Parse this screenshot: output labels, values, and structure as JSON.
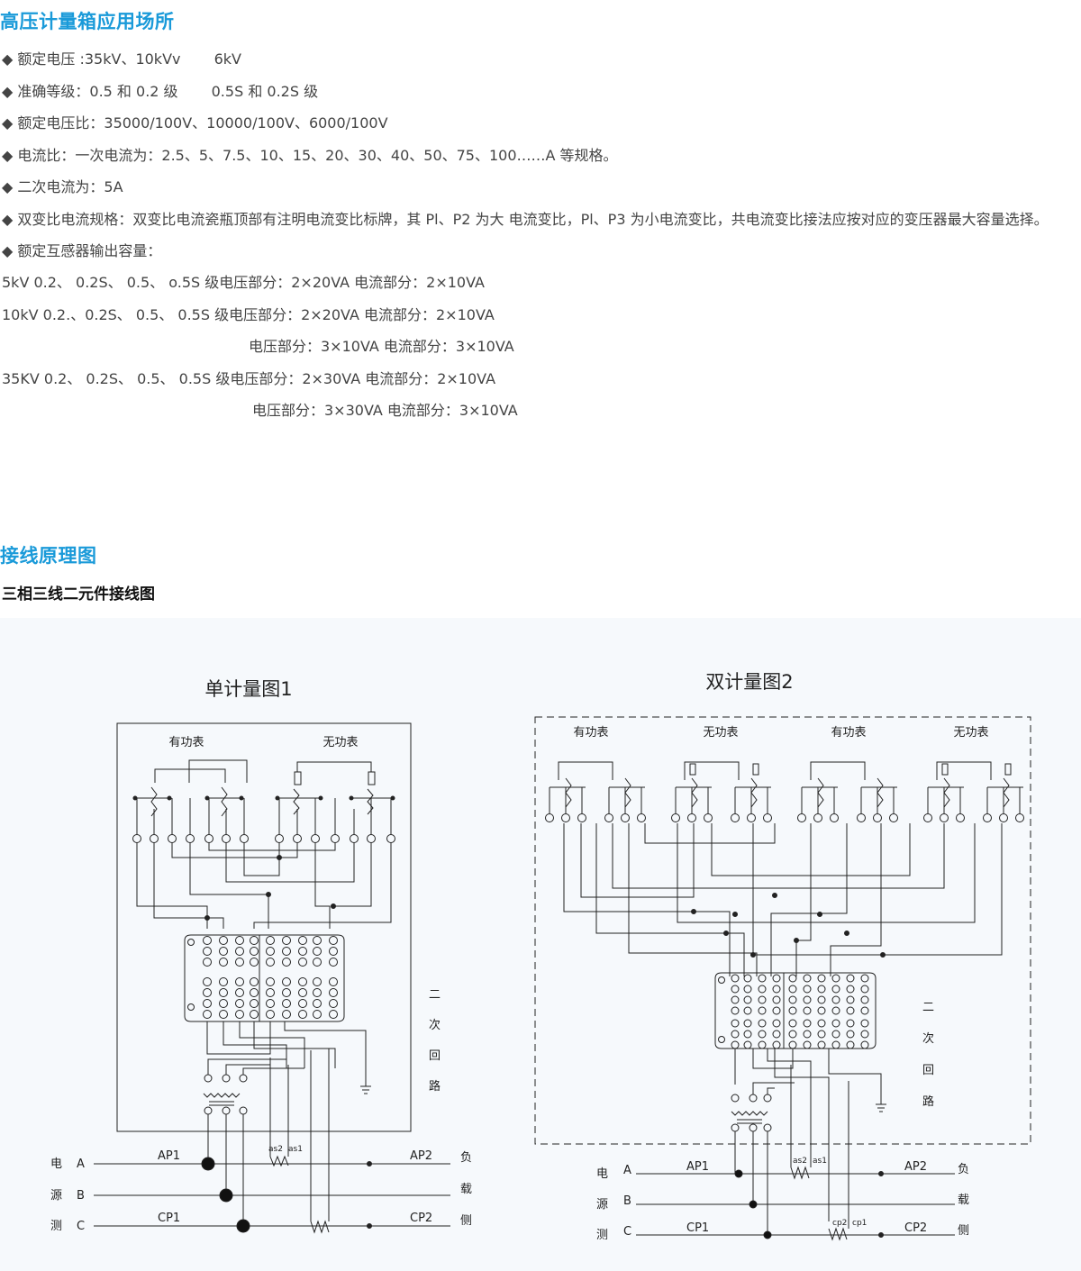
{
  "section1": {
    "title": "高压计量箱应用场所",
    "specs": [
      "◆ 额定电压 :35kV、10kVv　　 6kV",
      "◆ 准确等级：0.5 和 0.2 级　　 0.5S 和 0.2S 级",
      "◆ 额定电压比：35000/100V、10000/100V、6000/100V",
      "◆ 电流比：一次电流为：2.5、5、7.5、10、15、20、30、40、50、75、100……A 等规格。",
      "◆ 二次电流为：5A",
      "◆ 双变比电流规格：双变比电流瓷瓶顶部有注明电流变比标牌，其 Pl、P2 为大 电流变比，Pl、P3 为小电流变比，共电流变比接法应按对应的变压器最大容量选择。",
      "◆ 额定互感器输出容量：",
      "5kV 0.2、 0.2S、 0.5、 o.5S 级电压部分：2×20VA 电流部分：2×10VA",
      "10kV 0.2.、0.2S、 0.5、 0.5S 级电压部分：2×20VA 电流部分：2×10VA",
      "电压部分：3×10VA 电流部分：3×10VA",
      "35KV 0.2、 0.2S、 0.5、 0.5S 级电压部分：2×30VA 电流部分：2×10VA",
      "电压部分：3×30VA 电流部分：3×10VA"
    ]
  },
  "section2": {
    "title": "接线原理图",
    "subtitle": "三相三线二元件接线图"
  },
  "diagram1": {
    "title": "单计量图1",
    "meter_left": "有功表",
    "meter_right": "无功表",
    "secondary_label": [
      "二",
      "次",
      "回",
      "路"
    ],
    "source_label": [
      "电",
      "源",
      "测"
    ],
    "load_label": [
      "负",
      "载",
      "侧"
    ],
    "phases": [
      "A",
      "B",
      "C"
    ],
    "ap1": "AP1",
    "ap2": "AP2",
    "cp1": "CP1",
    "cp2": "CP2",
    "as2": "as2",
    "as1": "as1"
  },
  "diagram2": {
    "title": "双计量图2",
    "meters": [
      "有功表",
      "无功表",
      "有功表",
      "无功表"
    ],
    "secondary_label": [
      "二",
      "次",
      "回",
      "路"
    ],
    "source_label": [
      "电",
      "源",
      "测"
    ],
    "load_label": [
      "负",
      "载",
      "侧"
    ],
    "phases": [
      "A",
      "B",
      "C"
    ],
    "ap1": "AP1",
    "ap2": "AP2",
    "cp1": "CP1",
    "cp2": "CP2",
    "as2": "as2",
    "as1": "as1",
    "cps2": "cp2",
    "cps1": "cp1"
  },
  "colors": {
    "heading": "#1a9ad9",
    "panel_bg": "#f6f9fc",
    "line": "#222222"
  }
}
